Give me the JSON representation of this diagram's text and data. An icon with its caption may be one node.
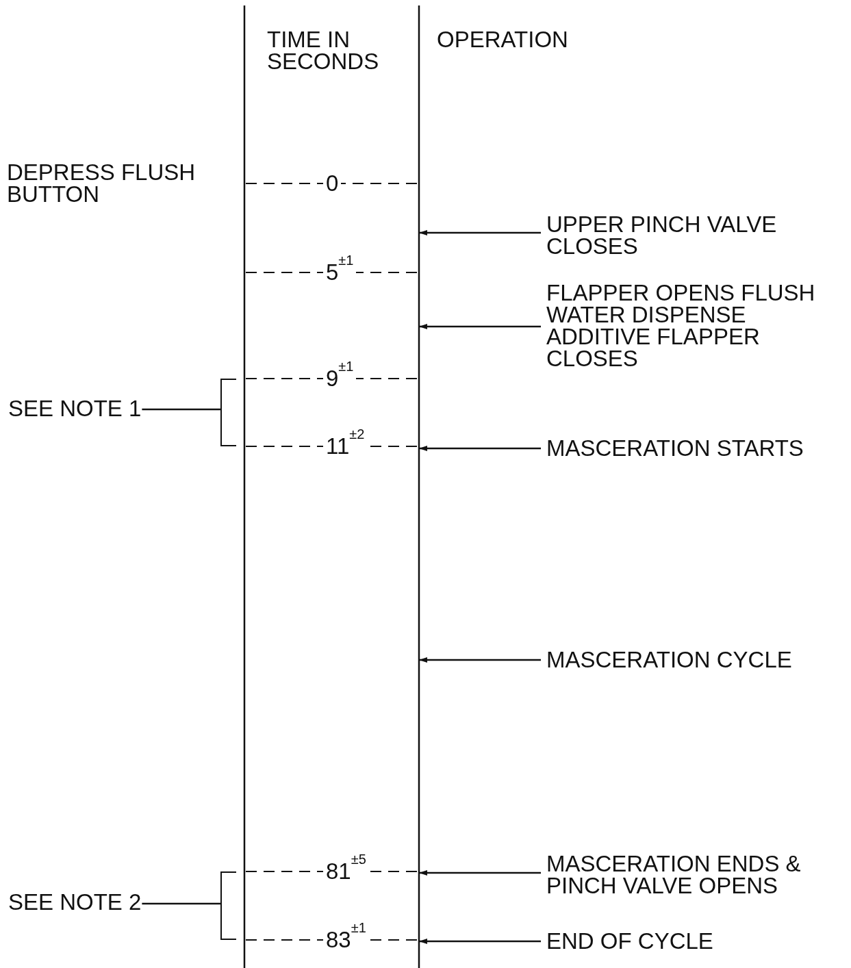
{
  "diagram": {
    "nodes": [
      {
        "text": [
          "UPPER PINCH VALVE CLOSES"
        ]
      },
      {
        "text": [
          "FLAPPER OPENS FLUSH WATER DISPENSE ADDITIVE FLAPPER CLOSES"
        ]
      },
      {
        "text": [
          "MASCERATION STARTS"
        ]
      },
      {
        "text": [
          "MASCERATION CYCLE"
        ]
      },
      {
        "text": [
          "MASCERATION ENDS & PINCH VALVE OPENS"
        ]
      },
      {
        "text": [
          "END OF CYCLE"
        ]
      },
      {
        "text": [
          "SEE NOTE 1"
        ]
      },
      {
        "text": [
          "SEE NOTE 2"
        ]
      },
      {
        "text": [],
        "shape": "bracket"
      },
      {
        "text": [],
        "shape": "bracket"
      }
    ],
    "edges": [
      {
        "from": 0,
        "to": null,
        "arrow": "to"
      },
      {
        "from": 1,
        "to": null,
        "arrow": "to"
      },
      {
        "from": 2,
        "to": null,
        "arrow": "to"
      },
      {
        "from": 3,
        "to": null,
        "arrow": "to"
      },
      {
        "from": 4,
        "to": null,
        "arrow": "to"
      },
      {
        "from": 5,
        "to": null,
        "arrow": "to"
      },
      {
        "from": 6,
        "to": 8,
        "arrow": "none"
      },
      {
        "from": 7,
        "to": 9,
        "arrow": "none"
      }
    ],
    "labels": [
      "TIME IN SECONDS",
      "OPERATION",
      "DEPRESS FLUSH BUTTON",
      "0",
      "5$^{±1}$",
      "9$^{±1}$",
      "11$^{±2}$",
      "81$^{±5}$",
      "83$^{±1}$"
    ]
  }
}
